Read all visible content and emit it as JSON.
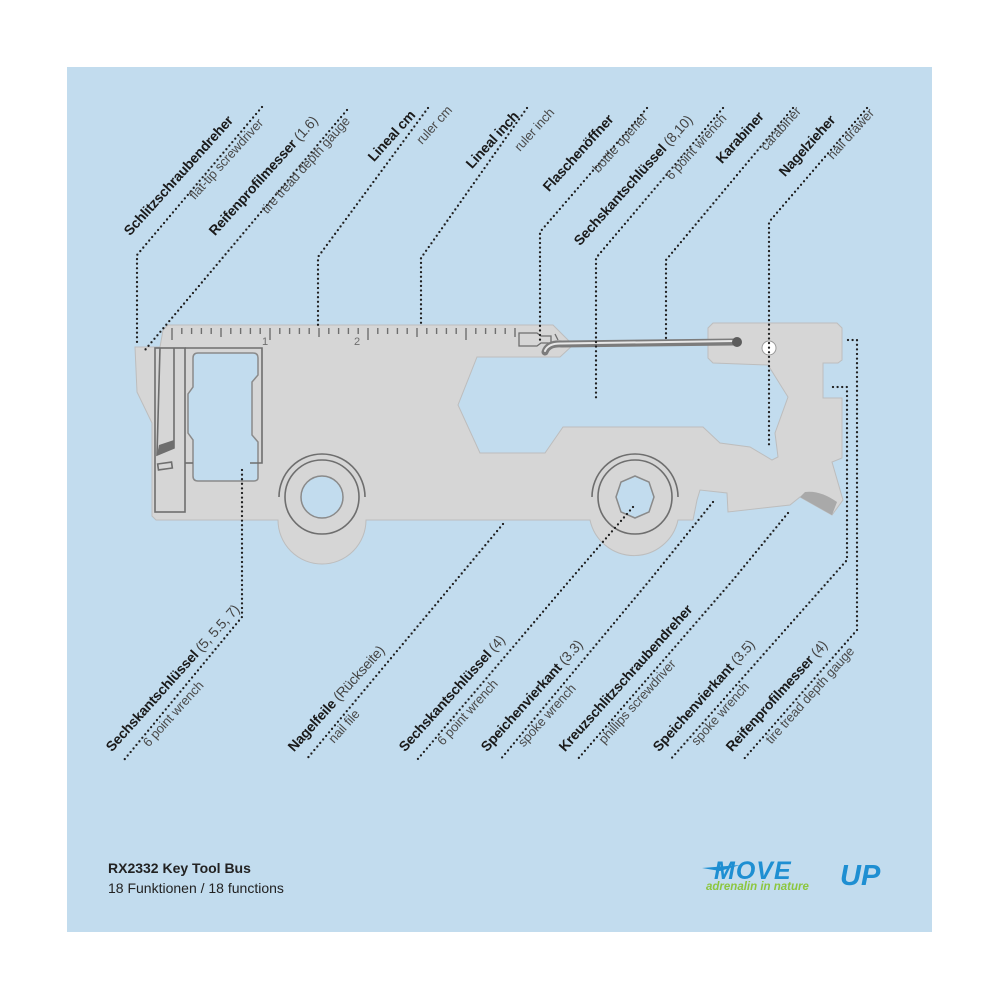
{
  "product": {
    "title": "RX2332 Key Tool Bus",
    "subtitle": "18 Funktionen / 18 functions"
  },
  "brand": {
    "name": "MOVEUP",
    "name_a": "MOVE",
    "name_b": "UP",
    "tagline": "adrenalin in nature",
    "color_primary": "#1e8fd2",
    "color_tagline": "#8cc63f"
  },
  "ruler": {
    "labels": [
      "1",
      "2"
    ]
  },
  "colors": {
    "background": "#c2dcee",
    "tool": "#d6d6d6",
    "line": "#1f1f1f"
  },
  "top_labels": [
    {
      "de": "Schlitzschraubendreher",
      "suffix": "",
      "en": "flat-tip screwdriver"
    },
    {
      "de": "Reifenprofilmesser",
      "suffix": " (1.6)",
      "en": "tire tread depth gauge"
    },
    {
      "de": "Lineal cm",
      "suffix": "",
      "en": "ruler cm"
    },
    {
      "de": "Lineal inch",
      "suffix": "",
      "en": "ruler inch"
    },
    {
      "de": "Flaschenöffner",
      "suffix": "",
      "en": "bottle opener"
    },
    {
      "de": "Sechskantschlüssel",
      "suffix": " (8,10)",
      "en": "6 point wrench"
    },
    {
      "de": "Karabiner",
      "suffix": "",
      "en": "carabiner"
    },
    {
      "de": "Nagelzieher",
      "suffix": "",
      "en": "nail drawer"
    }
  ],
  "bottom_labels": [
    {
      "de": "Sechskantschlüssel",
      "suffix": " (5, 5.5, 7)",
      "en": "6 point wrench"
    },
    {
      "de": "Nagelfeile",
      "suffix": " (Rückseite)",
      "en": "nail file"
    },
    {
      "de": "Sechskantschlüssel",
      "suffix": " (4)",
      "en": "6 point wrench"
    },
    {
      "de": "Speichenvierkant",
      "suffix": " (3.3)",
      "en": "spoke wrench"
    },
    {
      "de": "Kreuzschlitzschraubendreher",
      "suffix": "",
      "en": "phillips screwdriver"
    },
    {
      "de": "Speichenvierkant",
      "suffix": " (3.5)",
      "en": "spoke wrench"
    },
    {
      "de": "Reifenprofilmesser",
      "suffix": " (4)",
      "en": "tire tread depth gauge"
    }
  ]
}
